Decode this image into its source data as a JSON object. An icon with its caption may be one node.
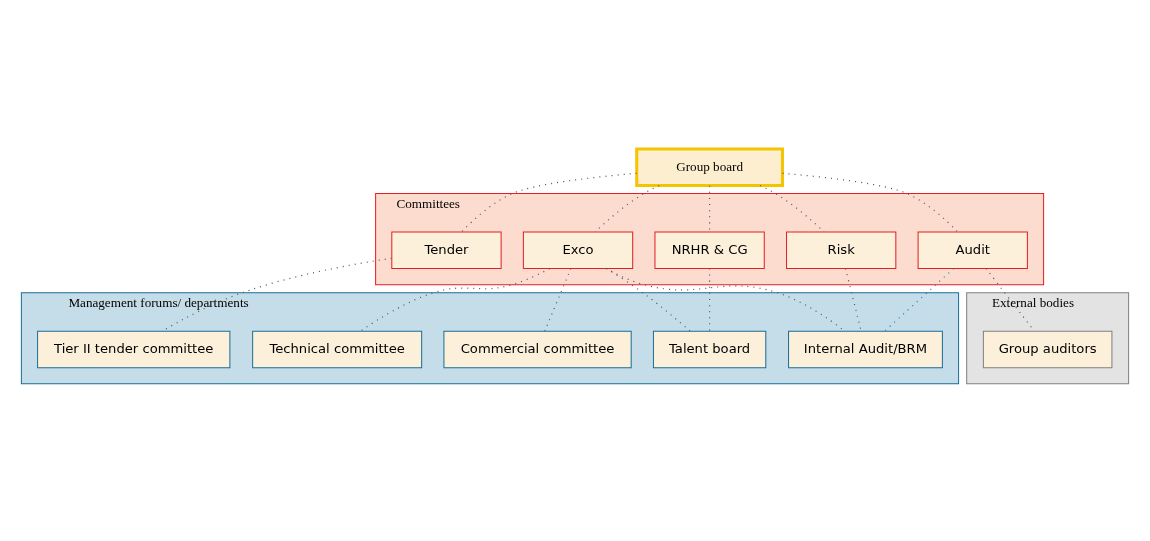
{
  "diagram": {
    "nodes": [
      {
        "text": [
          "Group board"
        ]
      },
      {
        "text": [
          "Committees"
        ]
      },
      {
        "text": [
          "Audit"
        ],
        "in": 1
      },
      {
        "text": [
          "Risk"
        ],
        "in": 1
      },
      {
        "text": [
          "NRHR & CG"
        ],
        "in": 1
      },
      {
        "text": [
          "Exco"
        ],
        "in": 1
      },
      {
        "text": [
          "Tender"
        ],
        "in": 1
      },
      {
        "text": [
          "Management forums/ departments"
        ]
      },
      {
        "text": [
          "Internal Audit/BRM"
        ],
        "in": 7
      },
      {
        "text": [
          "Talent board"
        ],
        "in": 7
      },
      {
        "text": [
          "Commercial committee"
        ],
        "in": 7
      },
      {
        "text": [
          "Technical committee"
        ],
        "in": 7
      },
      {
        "text": [
          "Tier II tender committee"
        ],
        "in": 7
      },
      {
        "text": [
          "External bodies"
        ]
      },
      {
        "text": [
          "Group auditors"
        ],
        "in": 13
      }
    ],
    "edges": [
      {
        "from": 0,
        "to": 2,
        "arrow": "none"
      },
      {
        "from": 0,
        "to": 3,
        "arrow": "none"
      },
      {
        "from": 0,
        "to": 4,
        "arrow": "none"
      },
      {
        "from": 0,
        "to": 5,
        "arrow": "none"
      },
      {
        "from": 0,
        "to": 6,
        "arrow": "none"
      },
      {
        "from": 2,
        "to": 8,
        "arrow": "none",
        "color": "#1a7bb0"
      },
      {
        "from": 2,
        "to": 14,
        "arrow": "none"
      },
      {
        "from": 3,
        "to": 8,
        "arrow": "none"
      },
      {
        "from": 4,
        "to": 9,
        "arrow": "none"
      },
      {
        "from": 5,
        "to": 8,
        "arrow": "none"
      },
      {
        "from": 5,
        "to": 9,
        "arrow": "none"
      },
      {
        "from": 5,
        "to": 10,
        "arrow": "none"
      },
      {
        "from": 5,
        "to": 11,
        "arrow": "none"
      },
      {
        "from": 6,
        "to": 12,
        "arrow": "none"
      }
    ]
  }
}
